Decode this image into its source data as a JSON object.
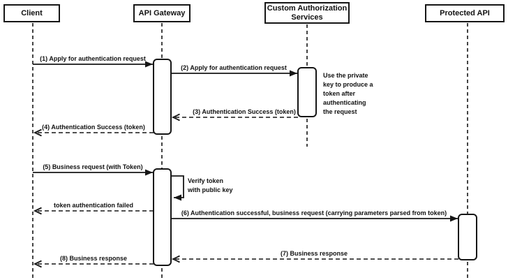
{
  "colors": {
    "line": "#161616",
    "background": "#ffffff",
    "box_fill": "#ffffff",
    "text": "#111111"
  },
  "diagram_type": "uml-sequence-diagram",
  "participants": [
    {
      "label": "Client"
    },
    {
      "label": "API Gateway"
    },
    {
      "label": "Custom Authorization Services"
    },
    {
      "label": "Protected API"
    }
  ],
  "messages": [
    {
      "label": "(1) Apply for authentication request",
      "from": "Client",
      "to": "API Gateway",
      "line": "solid"
    },
    {
      "label": "(2) Apply for authentication request",
      "from": "API Gateway",
      "to": "Custom Authorization Services",
      "line": "solid"
    },
    {
      "label": "(3) Authentication Success (token)",
      "from": "Custom Authorization Services",
      "to": "API Gateway",
      "line": "dashed"
    },
    {
      "label": "(4) Authentication Success (token)",
      "from": "API Gateway",
      "to": "Client",
      "line": "dashed"
    },
    {
      "label": "(5) Business request (with Token)",
      "from": "Client",
      "to": "API Gateway",
      "line": "solid"
    },
    {
      "label": "Verify token with public key",
      "from": "API Gateway",
      "to": "API Gateway",
      "line": "self"
    },
    {
      "label": "token authentication failed",
      "from": "API Gateway",
      "to": "Client",
      "line": "dashed"
    },
    {
      "label": "(6) Authentication successful, business request (carrying parameters parsed from token)",
      "from": "API Gateway",
      "to": "Protected API",
      "line": "solid"
    },
    {
      "label": "(7) Business response",
      "from": "Protected API",
      "to": "API Gateway",
      "line": "dashed"
    },
    {
      "label": "(8) Business response",
      "from": "API Gateway",
      "to": "Client",
      "line": "dashed"
    }
  ],
  "notes": [
    {
      "text": "Use the private key to produce a token after authenticating the request",
      "attached_to": "Custom Authorization Services"
    }
  ]
}
